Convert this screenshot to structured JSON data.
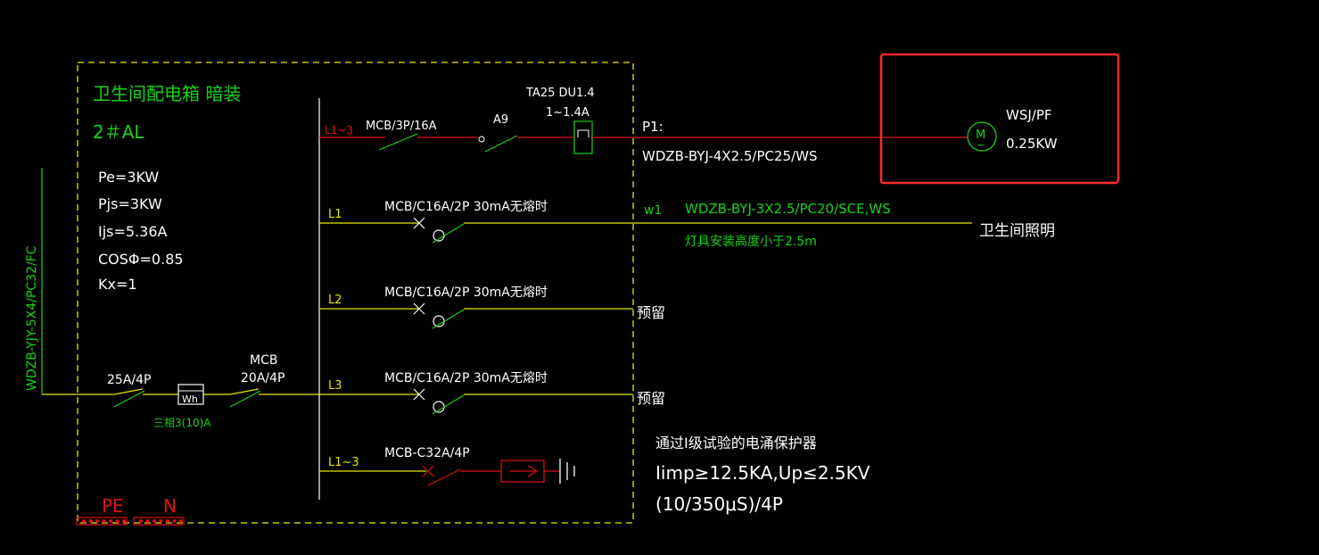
{
  "colors": {
    "background": "#000000",
    "green": "#19d219",
    "yellow": "#e6e600",
    "red": "#e01010",
    "white": "#ffffff",
    "highlight": "#ff2a2a"
  },
  "box": {
    "title": "卫生间配电箱 暗装",
    "id": "2＃AL",
    "params": [
      "Pe=3KW",
      "Pjs=3KW",
      "Ijs=5.36A",
      "COSΦ=0.85",
      "Kx=1"
    ]
  },
  "incoming": {
    "cable": "WDZB-YJY-5X4/PC32/FC",
    "breaker": "25A/4P",
    "meter": "Wh",
    "meter_spec": "三相3(10)A",
    "main_breaker_type": "MCB",
    "main_breaker_rating": "20A/4P"
  },
  "bus_labels": {
    "pe": "PE",
    "n": "N"
  },
  "circuits": {
    "p1": {
      "phase": "L1~3",
      "breaker": "MCB/3P/16A",
      "contactor": "A9",
      "relay_model": "TA25 DU1.4",
      "relay_range": "1~1.4A",
      "name": "P1:",
      "cable": "WDZB-BYJ-4X2.5/PC25/WS"
    },
    "w1": {
      "phase": "L1",
      "breaker": "MCB/C16A/2P 30mA无熔时",
      "name": "w1",
      "cable": "WDZB-BYJ-3X2.5/PC20/SCE,WS",
      "note": "灯具安装高度小于2.5m",
      "load": "卫生间照明"
    },
    "l2": {
      "phase": "L2",
      "breaker": "MCB/C16A/2P 30mA无熔时",
      "load": "预留"
    },
    "l3": {
      "phase": "L3",
      "breaker": "MCB/C16A/2P 30mA无熔时",
      "load": "预留"
    },
    "spd": {
      "phase": "L1~3",
      "breaker": "MCB-C32A/4P",
      "text1": "通过Ⅰ级试验的电涌保护器",
      "text2": "Iimp≥12.5KA,Up≤2.5KV",
      "text3": "(10/350μS)/4P"
    }
  },
  "motor": {
    "symbol": "M",
    "sub": "~",
    "name": "WSJ/PF",
    "power": "0.25KW"
  }
}
